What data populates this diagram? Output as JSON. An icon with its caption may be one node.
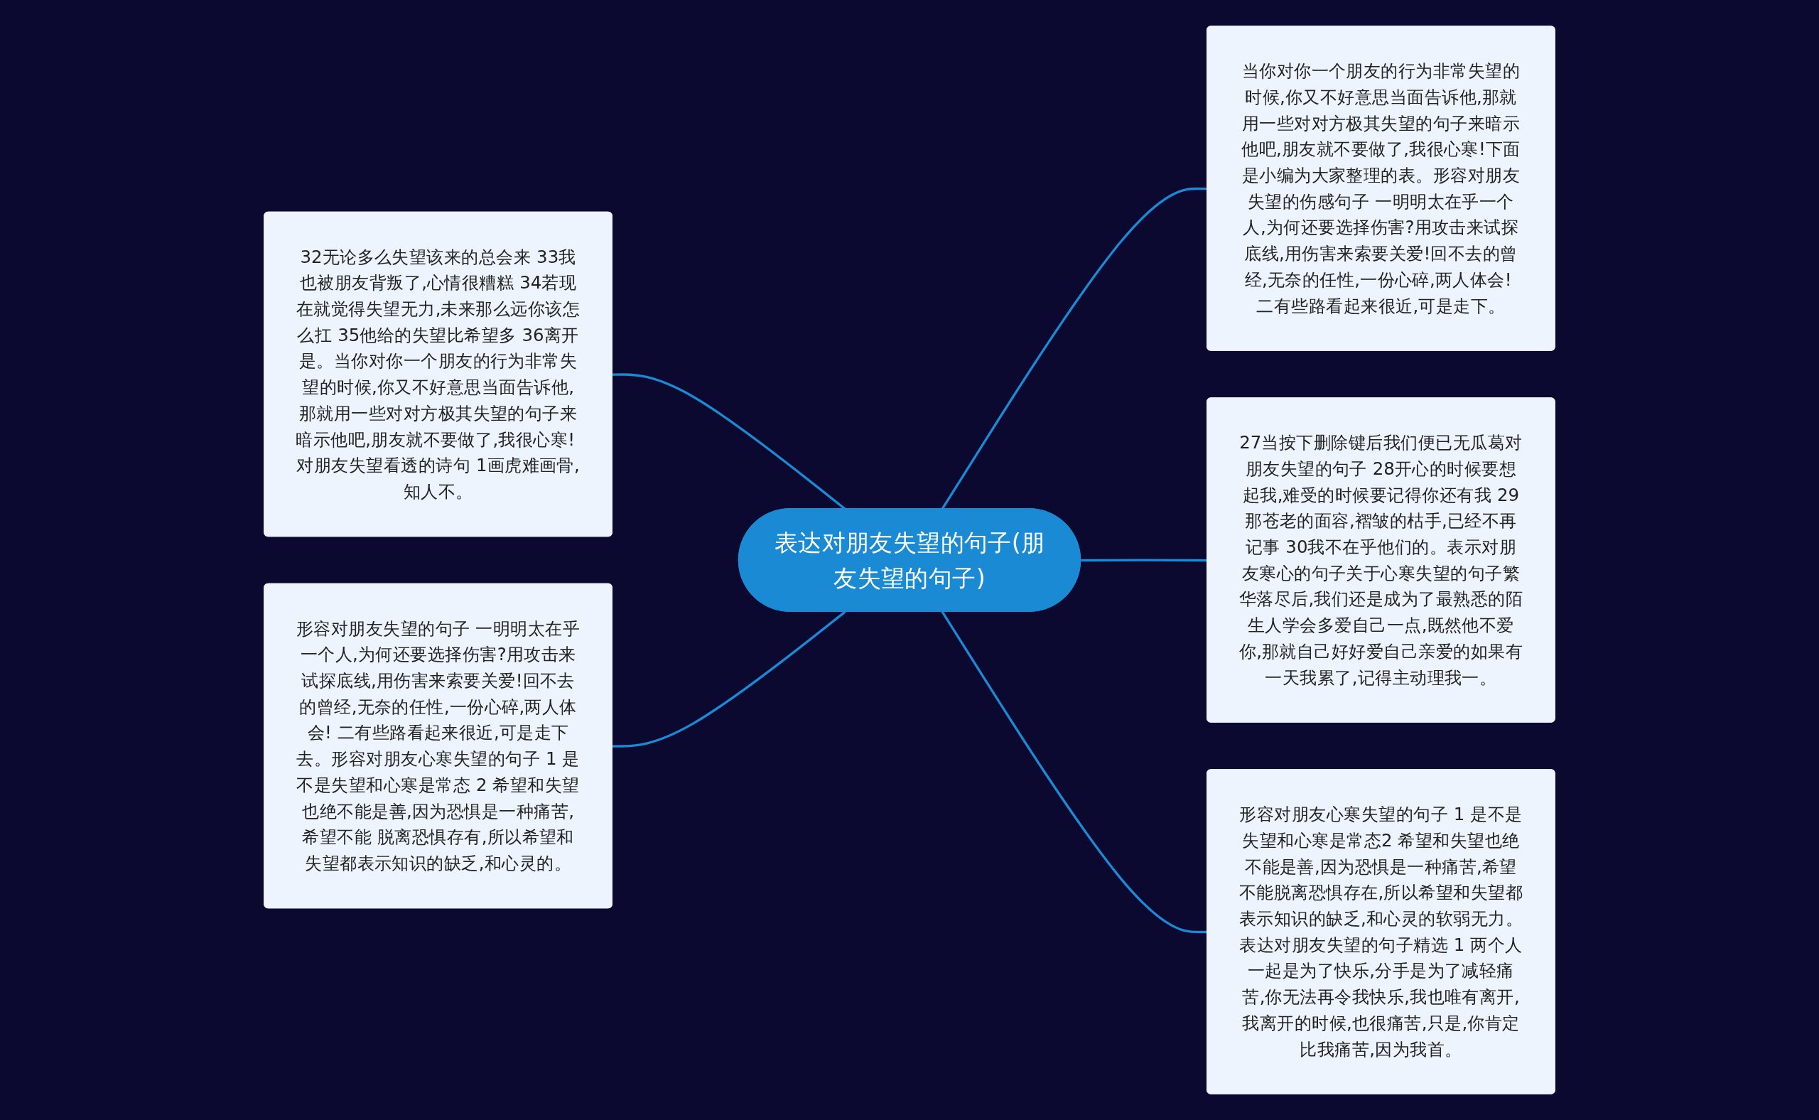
{
  "diagram": {
    "nodes": [
      {
        "text": [
          "表达对朋友失望的句子(朋友失望的句子)"
        ]
      },
      {
        "text": [
          "32无论多么失望该来的总会来 33我也被朋友背叛了,心情很糟糕 34若现在就觉得失望无力,未来那么远你该怎么扛 35他给的失望比希望多 36离开是。当你对你一个朋友的行为非常失望的时候,你又不好意思当面告诉他,那就用一些对对方极其失望的句子来暗示他吧,朋友就不要做了,我很心寒! 对朋友失望看透的诗句 1画虎难画骨,知人不。"
        ]
      },
      {
        "text": [
          "形容对朋友失望的句子 一明明太在乎一个人,为何还要选择伤害?用攻击来试探底线,用伤害来索要关爱!回不去的曾经,无奈的任性,一份心碎,两人体会! 二有些路看起来很近,可是走下去。形容对朋友心寒失望的句子 1 是不是失望和心寒是常态 2 希望和失望也绝不能是善,因为恐惧是一种痛苦,希望不能 脱离恐惧存有,所以希望和失望都表示知识的缺乏,和心灵的。"
        ]
      },
      {
        "text": [
          "当你对你一个朋友的行为非常失望的时候,你又不好意思当面告诉他,那就用一些对对方极其失望的句子来暗示他吧,朋友就不要做了,我很心寒!下面是小编为大家整理的表。形容对朋友失望的伤感句子 一明明太在乎一个人,为何还要选择伤害?用攻击来试探底线,用伤害来索要关爱!回不去的曾经,无奈的任性,一份心碎,两人体会! 二有些路看起来很近,可是走下。"
        ]
      },
      {
        "text": [
          "27当按下删除键后我们便已无瓜葛对朋友失望的句子 28开心的时候要想起我,难受的时候要记得你还有我 29那苍老的面容,褶皱的枯手,已经不再记事 30我不在乎他们的。表示对朋友寒心的句子关于心寒失望的句子繁华落尽后,我们还是成为了最熟悉的陌生人学会多爱自己一点,既然他不爱你,那就自己好好爱自己亲爱的如果有一天我累了,记得主动理我一。"
        ]
      },
      {
        "text": [
          "形容对朋友心寒失望的句子 1 是不是失望和心寒是常态2 希望和失望也绝不能是善,因为恐惧是一种痛苦,希望不能脱离恐惧存在,所以希望和失望都表示知识的缺乏,和心灵的软弱无力。表达对朋友失望的句子精选 1 两个人一起是为了快乐,分手是为了减轻痛苦,你无法再令我快乐,我也唯有离开,我离开的时候,也很痛苦,只是,你肯定比我痛苦,因为我首。"
        ]
      }
    ],
    "edges": [
      {
        "from": 0,
        "to": 1,
        "arrow": "none"
      },
      {
        "from": 0,
        "to": 2,
        "arrow": "none"
      },
      {
        "from": 0,
        "to": 3,
        "arrow": "none"
      },
      {
        "from": 0,
        "to": 4,
        "arrow": "none"
      },
      {
        "from": 0,
        "to": 5,
        "arrow": "none"
      }
    ]
  }
}
